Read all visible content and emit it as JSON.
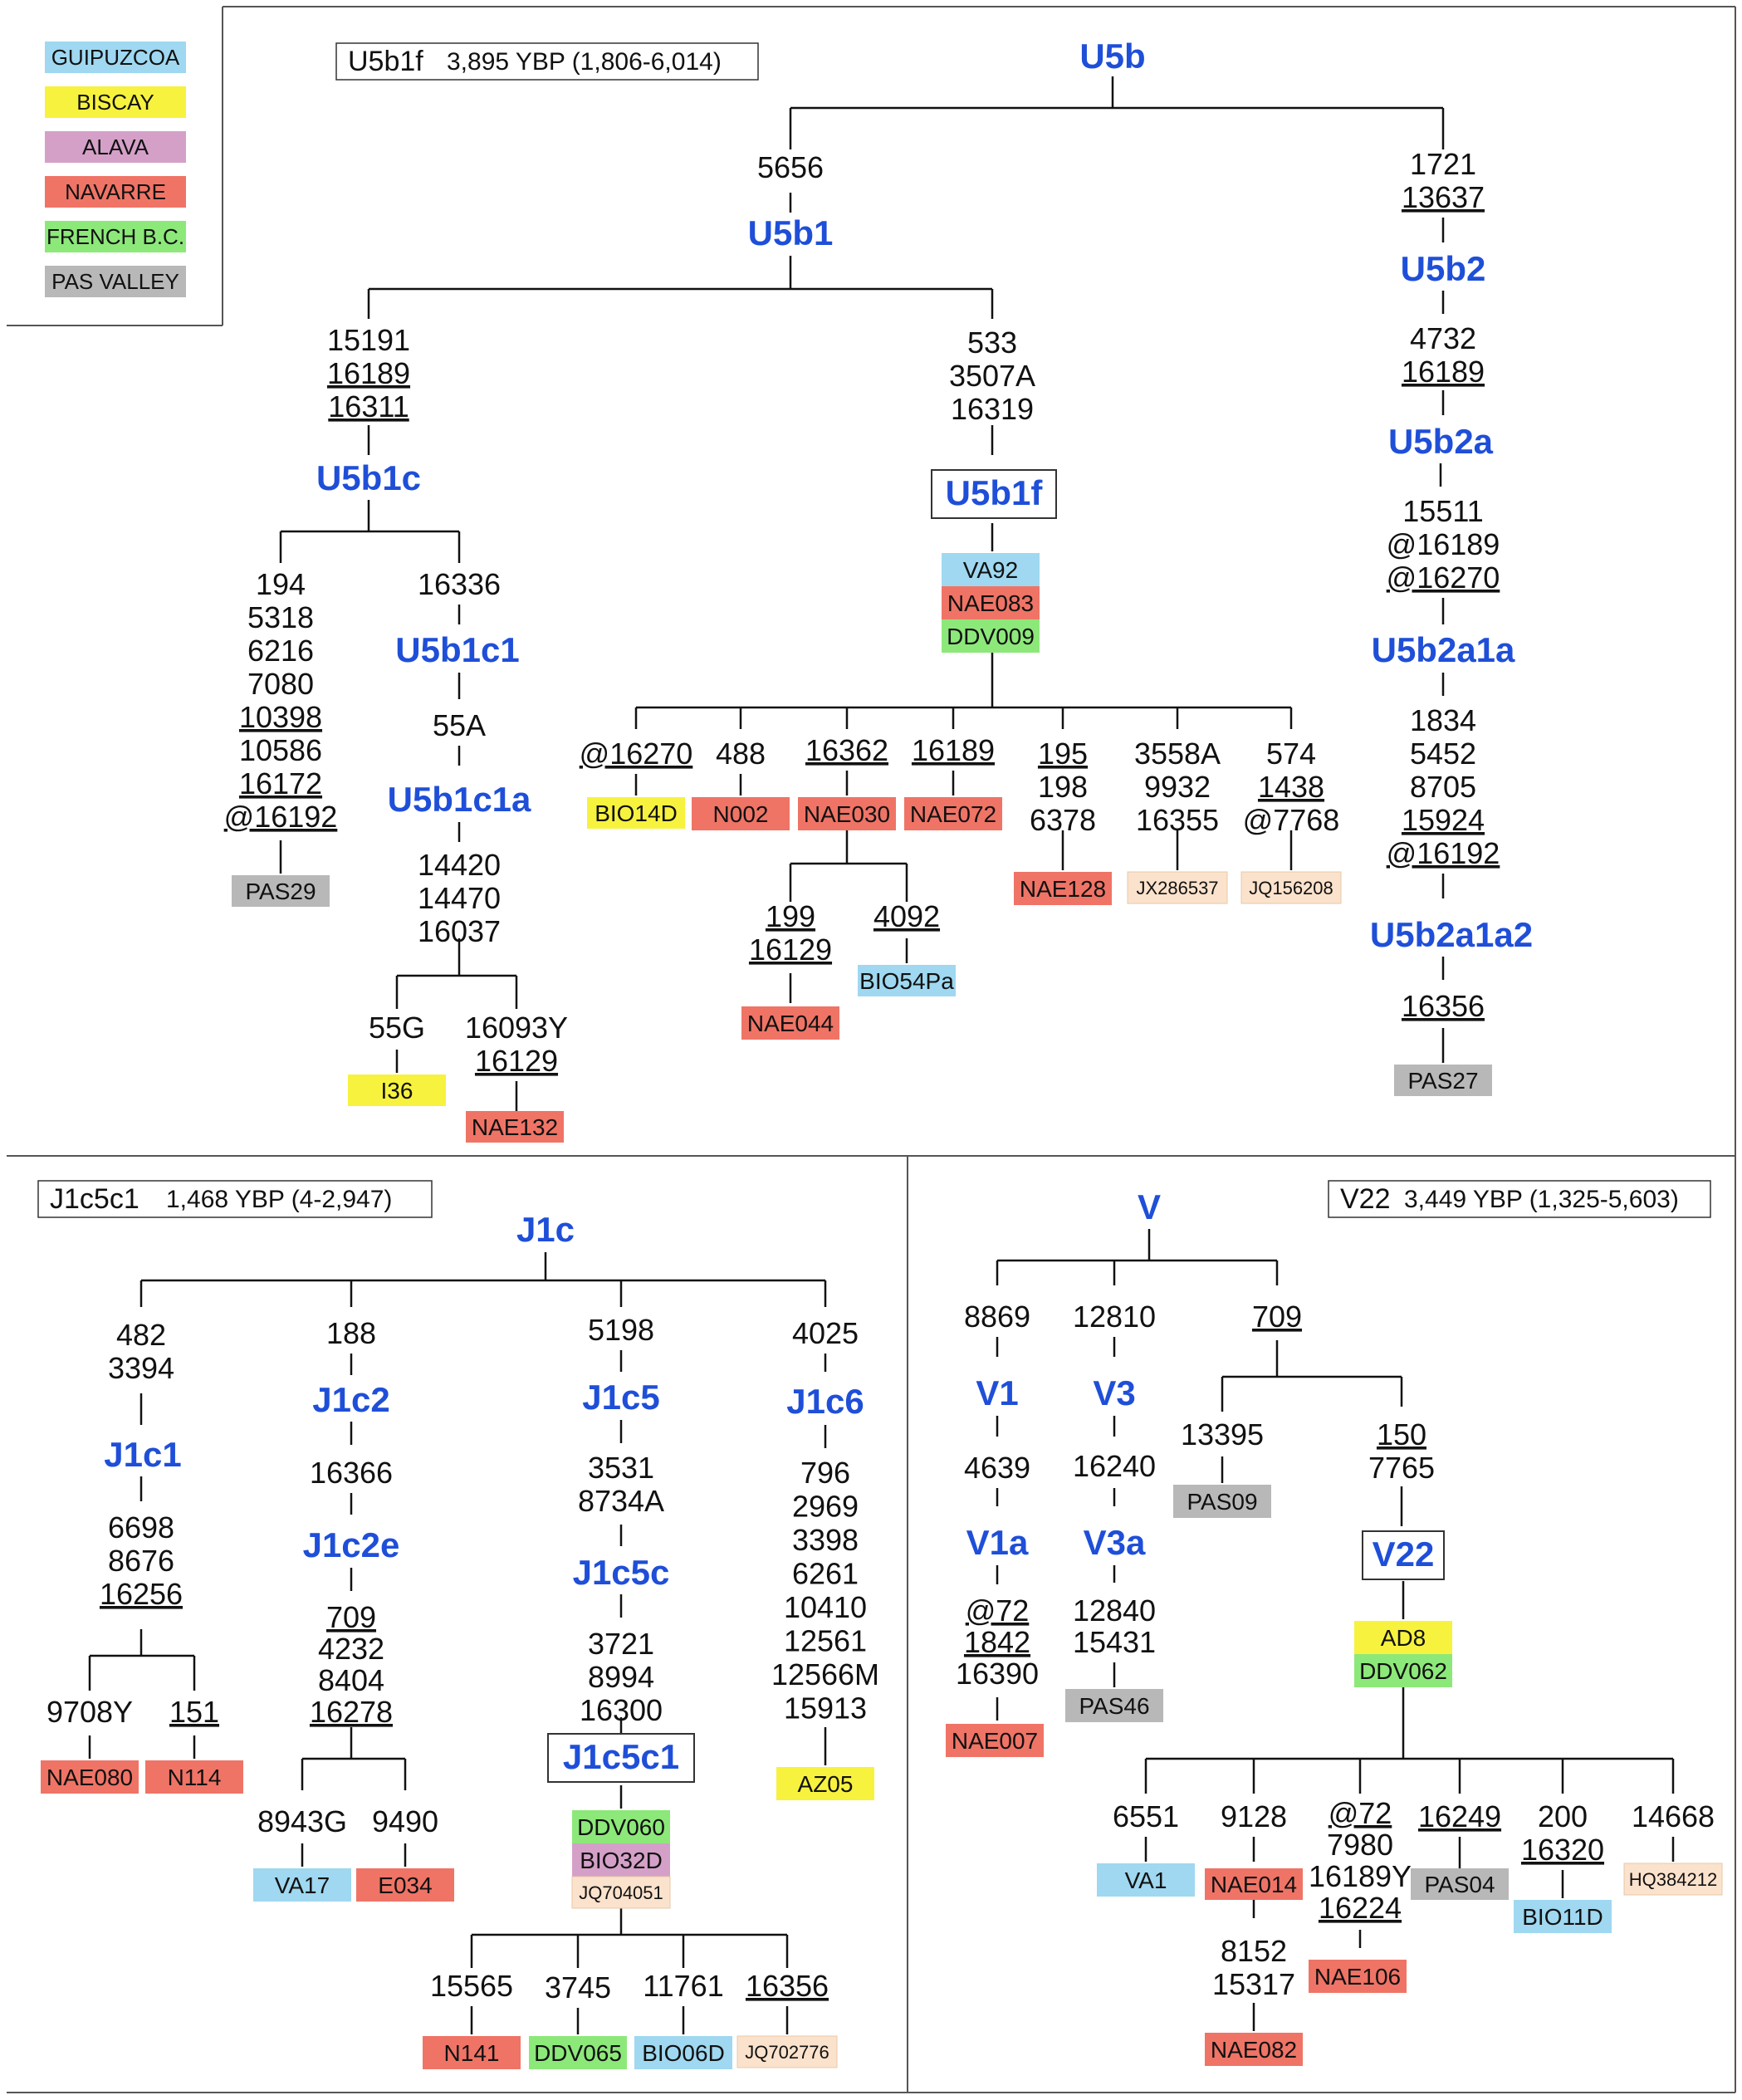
{
  "colors": {
    "GUIPUZCOA": "#9fd8f0",
    "BISCAY": "#f7f23e",
    "ALAVA": "#d4a0c8",
    "NAVARRE": "#ef7466",
    "FRENCH B.C.": "#8de87a",
    "PAS VALLEY": "#b8b8b8",
    "GENBANK": "#fbe2cc",
    "haplogroup_text": "#1f4fd8"
  },
  "legend": [
    "GUIPUZCOA",
    "BISCAY",
    "ALAVA",
    "NAVARRE",
    "FRENCH B.C.",
    "PAS VALLEY"
  ],
  "ages": {
    "u5b1f": {
      "name": "U5b1f",
      "rest": "3,895 YBP (1,806-6,014)"
    },
    "j1c5c1": {
      "name": "J1c5c1",
      "rest": "1,468 YBP (4-2,947)"
    },
    "v22": {
      "name": "V22",
      "rest": "3,449 YBP (1,325-5,603)"
    }
  },
  "haplogroups": {
    "U5b": "U5b",
    "U5b1": "U5b1",
    "U5b2": "U5b2",
    "U5b2a": "U5b2a",
    "U5b2a1a": "U5b2a1a",
    "U5b2a1a2": "U5b2a1a2",
    "U5b1c": "U5b1c",
    "U5b1c1": "U5b1c1",
    "U5b1c1a": "U5b1c1a",
    "U5b1f": "U5b1f",
    "J1c": "J1c",
    "J1c1": "J1c1",
    "J1c2": "J1c2",
    "J1c2e": "J1c2e",
    "J1c5": "J1c5",
    "J1c5c": "J1c5c",
    "J1c5c1": "J1c5c1",
    "J1c6": "J1c6",
    "V": "V",
    "V1": "V1",
    "V1a": "V1a",
    "V3": "V3",
    "V3a": "V3a",
    "V22": "V22"
  },
  "mutations": {
    "u5b1": [
      {
        "t": "5656"
      }
    ],
    "u5b2": [
      {
        "t": "1721"
      },
      {
        "t": "13637",
        "u": true
      }
    ],
    "u5b2a": [
      {
        "t": "4732"
      },
      {
        "t": "16189",
        "u": true
      }
    ],
    "u5b2a1a": [
      {
        "t": "15511"
      },
      {
        "t": "@16189"
      },
      {
        "t": "@16270",
        "u": true
      }
    ],
    "u5b2a1a2": [
      {
        "t": "1834"
      },
      {
        "t": "5452"
      },
      {
        "t": "8705"
      },
      {
        "t": "15924",
        "u": true
      },
      {
        "t": "@16192",
        "u": true
      }
    ],
    "pas27": [
      {
        "t": "16356",
        "u": true
      }
    ],
    "u5b1c": [
      {
        "t": "15191"
      },
      {
        "t": "16189",
        "u": true
      },
      {
        "t": "16311",
        "u": true
      }
    ],
    "u5b1f": [
      {
        "t": "533"
      },
      {
        "t": "3507A"
      },
      {
        "t": "16319"
      }
    ],
    "pas29": [
      {
        "t": "194"
      },
      {
        "t": "5318"
      },
      {
        "t": "6216"
      },
      {
        "t": "7080"
      },
      {
        "t": "10398",
        "u": true
      },
      {
        "t": "10586"
      },
      {
        "t": "16172",
        "u": true
      },
      {
        "t": "@16192",
        "u": true
      }
    ],
    "u5b1c1": [
      {
        "t": "16336"
      }
    ],
    "u5b1c1a": [
      {
        "t": "55A"
      }
    ],
    "u5b1c1a_sub": [
      {
        "t": "14420"
      },
      {
        "t": "14470"
      },
      {
        "t": "16037"
      }
    ],
    "i36": [
      {
        "t": "55G"
      }
    ],
    "nae132": [
      {
        "t": "16093Y"
      },
      {
        "t": "16129",
        "u": true
      }
    ],
    "bio14d": [
      {
        "t": "@16270",
        "u": true
      }
    ],
    "n002": [
      {
        "t": "488"
      }
    ],
    "nae030": [
      {
        "t": "16362",
        "u": true
      }
    ],
    "nae072": [
      {
        "t": "16189",
        "u": true
      }
    ],
    "nae128": [
      {
        "t": "195",
        "u": true
      },
      {
        "t": "198"
      },
      {
        "t": "6378"
      }
    ],
    "jx286537": [
      {
        "t": "3558A"
      },
      {
        "t": "9932"
      },
      {
        "t": "16355"
      }
    ],
    "jq156208": [
      {
        "t": "574"
      },
      {
        "t": "1438",
        "u": true
      },
      {
        "t": "@7768"
      }
    ],
    "nae044": [
      {
        "t": "199",
        "u": true
      },
      {
        "t": "16129",
        "u": true
      }
    ],
    "bio54pa": [
      {
        "t": "4092",
        "u": true
      }
    ],
    "j1c1": [
      {
        "t": "482"
      },
      {
        "t": "3394"
      }
    ],
    "j1c1_sub": [
      {
        "t": "6698"
      },
      {
        "t": "8676"
      },
      {
        "t": "16256",
        "u": true
      }
    ],
    "nae080": [
      {
        "t": "9708Y"
      }
    ],
    "n114": [
      {
        "t": "151",
        "u": true
      }
    ],
    "j1c2": [
      {
        "t": "188"
      }
    ],
    "j1c2e": [
      {
        "t": "16366"
      }
    ],
    "j1c2e_sub": [
      {
        "t": "709",
        "u": true
      },
      {
        "t": "4232"
      },
      {
        "t": "8404"
      },
      {
        "t": "16278",
        "u": true
      }
    ],
    "va17": [
      {
        "t": "8943G"
      }
    ],
    "e034": [
      {
        "t": "9490"
      }
    ],
    "j1c5": [
      {
        "t": "5198"
      }
    ],
    "j1c5c": [
      {
        "t": "3531"
      },
      {
        "t": "8734A"
      }
    ],
    "j1c5c1": [
      {
        "t": "3721"
      },
      {
        "t": "8994"
      },
      {
        "t": "16300"
      }
    ],
    "n141": [
      {
        "t": "15565"
      }
    ],
    "ddv065": [
      {
        "t": "3745"
      }
    ],
    "bio06d": [
      {
        "t": "11761"
      }
    ],
    "jq702776": [
      {
        "t": "16356",
        "u": true
      }
    ],
    "j1c6": [
      {
        "t": "4025"
      }
    ],
    "az05": [
      {
        "t": "796"
      },
      {
        "t": "2969"
      },
      {
        "t": "3398"
      },
      {
        "t": "6261"
      },
      {
        "t": "10410"
      },
      {
        "t": "12561"
      },
      {
        "t": "12566M"
      },
      {
        "t": "15913"
      }
    ],
    "v1": [
      {
        "t": "8869"
      }
    ],
    "v1a": [
      {
        "t": "4639"
      }
    ],
    "nae007": [
      {
        "t": "@72",
        "u": true
      },
      {
        "t": "1842",
        "u": true
      },
      {
        "t": "16390"
      }
    ],
    "v3": [
      {
        "t": "12810"
      }
    ],
    "v3a": [
      {
        "t": "16240"
      }
    ],
    "pas46": [
      {
        "t": "12840"
      },
      {
        "t": "15431"
      }
    ],
    "v709": [
      {
        "t": "709",
        "u": true
      }
    ],
    "pas09": [
      {
        "t": "13395"
      }
    ],
    "v22": [
      {
        "t": "150",
        "u": true
      },
      {
        "t": "7765"
      }
    ],
    "va1": [
      {
        "t": "6551"
      }
    ],
    "nae014": [
      {
        "t": "9128"
      }
    ],
    "nae082": [
      {
        "t": "8152"
      },
      {
        "t": "15317"
      }
    ],
    "nae106": [
      {
        "t": "@72",
        "u": true
      },
      {
        "t": "7980"
      },
      {
        "t": "16189Y"
      },
      {
        "t": "16224",
        "u": true
      }
    ],
    "pas04": [
      {
        "t": "16249",
        "u": true
      }
    ],
    "bio11d": [
      {
        "t": "200"
      },
      {
        "t": "16320",
        "u": true
      }
    ],
    "hq384212": [
      {
        "t": "14668"
      }
    ]
  },
  "samples": {
    "VA92": {
      "label": "VA92",
      "region": "GUIPUZCOA"
    },
    "NAE083": {
      "label": "NAE083",
      "region": "NAVARRE"
    },
    "DDV009": {
      "label": "DDV009",
      "region": "FRENCH B.C."
    },
    "PAS29": {
      "label": "PAS29",
      "region": "PAS VALLEY"
    },
    "I36": {
      "label": "I36",
      "region": "BISCAY"
    },
    "NAE132": {
      "label": "NAE132",
      "region": "NAVARRE"
    },
    "BIO14D": {
      "label": "BIO14D",
      "region": "BISCAY"
    },
    "N002": {
      "label": "N002",
      "region": "NAVARRE"
    },
    "NAE030": {
      "label": "NAE030",
      "region": "NAVARRE"
    },
    "NAE072": {
      "label": "NAE072",
      "region": "NAVARRE"
    },
    "NAE128": {
      "label": "NAE128",
      "region": "NAVARRE"
    },
    "JX286537": {
      "label": "JX286537",
      "region": "GENBANK"
    },
    "JQ156208": {
      "label": "JQ156208",
      "region": "GENBANK"
    },
    "NAE044": {
      "label": "NAE044",
      "region": "NAVARRE"
    },
    "BIO54Pa": {
      "label": "BIO54Pa",
      "region": "GUIPUZCOA"
    },
    "PAS27": {
      "label": "PAS27",
      "region": "PAS VALLEY"
    },
    "NAE080": {
      "label": "NAE080",
      "region": "NAVARRE"
    },
    "N114": {
      "label": "N114",
      "region": "NAVARRE"
    },
    "VA17": {
      "label": "VA17",
      "region": "GUIPUZCOA"
    },
    "E034": {
      "label": "E034",
      "region": "NAVARRE"
    },
    "DDV060": {
      "label": "DDV060",
      "region": "FRENCH B.C."
    },
    "BIO32D": {
      "label": "BIO32D",
      "region": "ALAVA"
    },
    "JQ704051": {
      "label": "JQ704051",
      "region": "GENBANK"
    },
    "N141": {
      "label": "N141",
      "region": "NAVARRE"
    },
    "DDV065": {
      "label": "DDV065",
      "region": "FRENCH B.C."
    },
    "BIO06D": {
      "label": "BIO06D",
      "region": "GUIPUZCOA"
    },
    "JQ702776": {
      "label": "JQ702776",
      "region": "GENBANK"
    },
    "AZ05": {
      "label": "AZ05",
      "region": "BISCAY"
    },
    "NAE007": {
      "label": "NAE007",
      "region": "NAVARRE"
    },
    "PAS46": {
      "label": "PAS46",
      "region": "PAS VALLEY"
    },
    "PAS09": {
      "label": "PAS09",
      "region": "PAS VALLEY"
    },
    "AD8": {
      "label": "AD8",
      "region": "BISCAY"
    },
    "DDV062": {
      "label": "DDV062",
      "region": "FRENCH B.C."
    },
    "VA1": {
      "label": "VA1",
      "region": "GUIPUZCOA"
    },
    "NAE014": {
      "label": "NAE014",
      "region": "NAVARRE"
    },
    "NAE082": {
      "label": "NAE082",
      "region": "NAVARRE"
    },
    "NAE106": {
      "label": "NAE106",
      "region": "NAVARRE"
    },
    "PAS04": {
      "label": "PAS04",
      "region": "PAS VALLEY"
    },
    "BIO11D": {
      "label": "BIO11D",
      "region": "GUIPUZCOA"
    },
    "HQ384212": {
      "label": "HQ384212",
      "region": "GENBANK"
    }
  }
}
